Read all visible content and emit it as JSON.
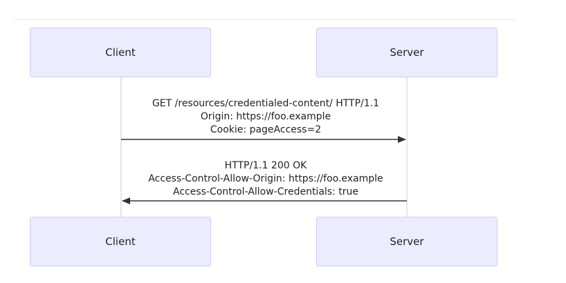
{
  "participants": {
    "client": "Client",
    "server": "Server"
  },
  "messages": [
    {
      "from": "Client",
      "to": "Server",
      "lines": [
        "GET /resources/credentialed-content/ HTTP/1.1",
        "Origin: https://foo.example",
        "Cookie: pageAccess=2"
      ]
    },
    {
      "from": "Server",
      "to": "Client",
      "lines": [
        "HTTP/1.1 200 OK",
        "Access-Control-Allow-Origin: https://foo.example",
        "Access-Control-Allow-Credentials: true"
      ]
    }
  ],
  "colors": {
    "participant_fill": "#ececff",
    "participant_border": "#cfcff2",
    "lifeline": "#cccccc",
    "arrow": "#333333"
  }
}
